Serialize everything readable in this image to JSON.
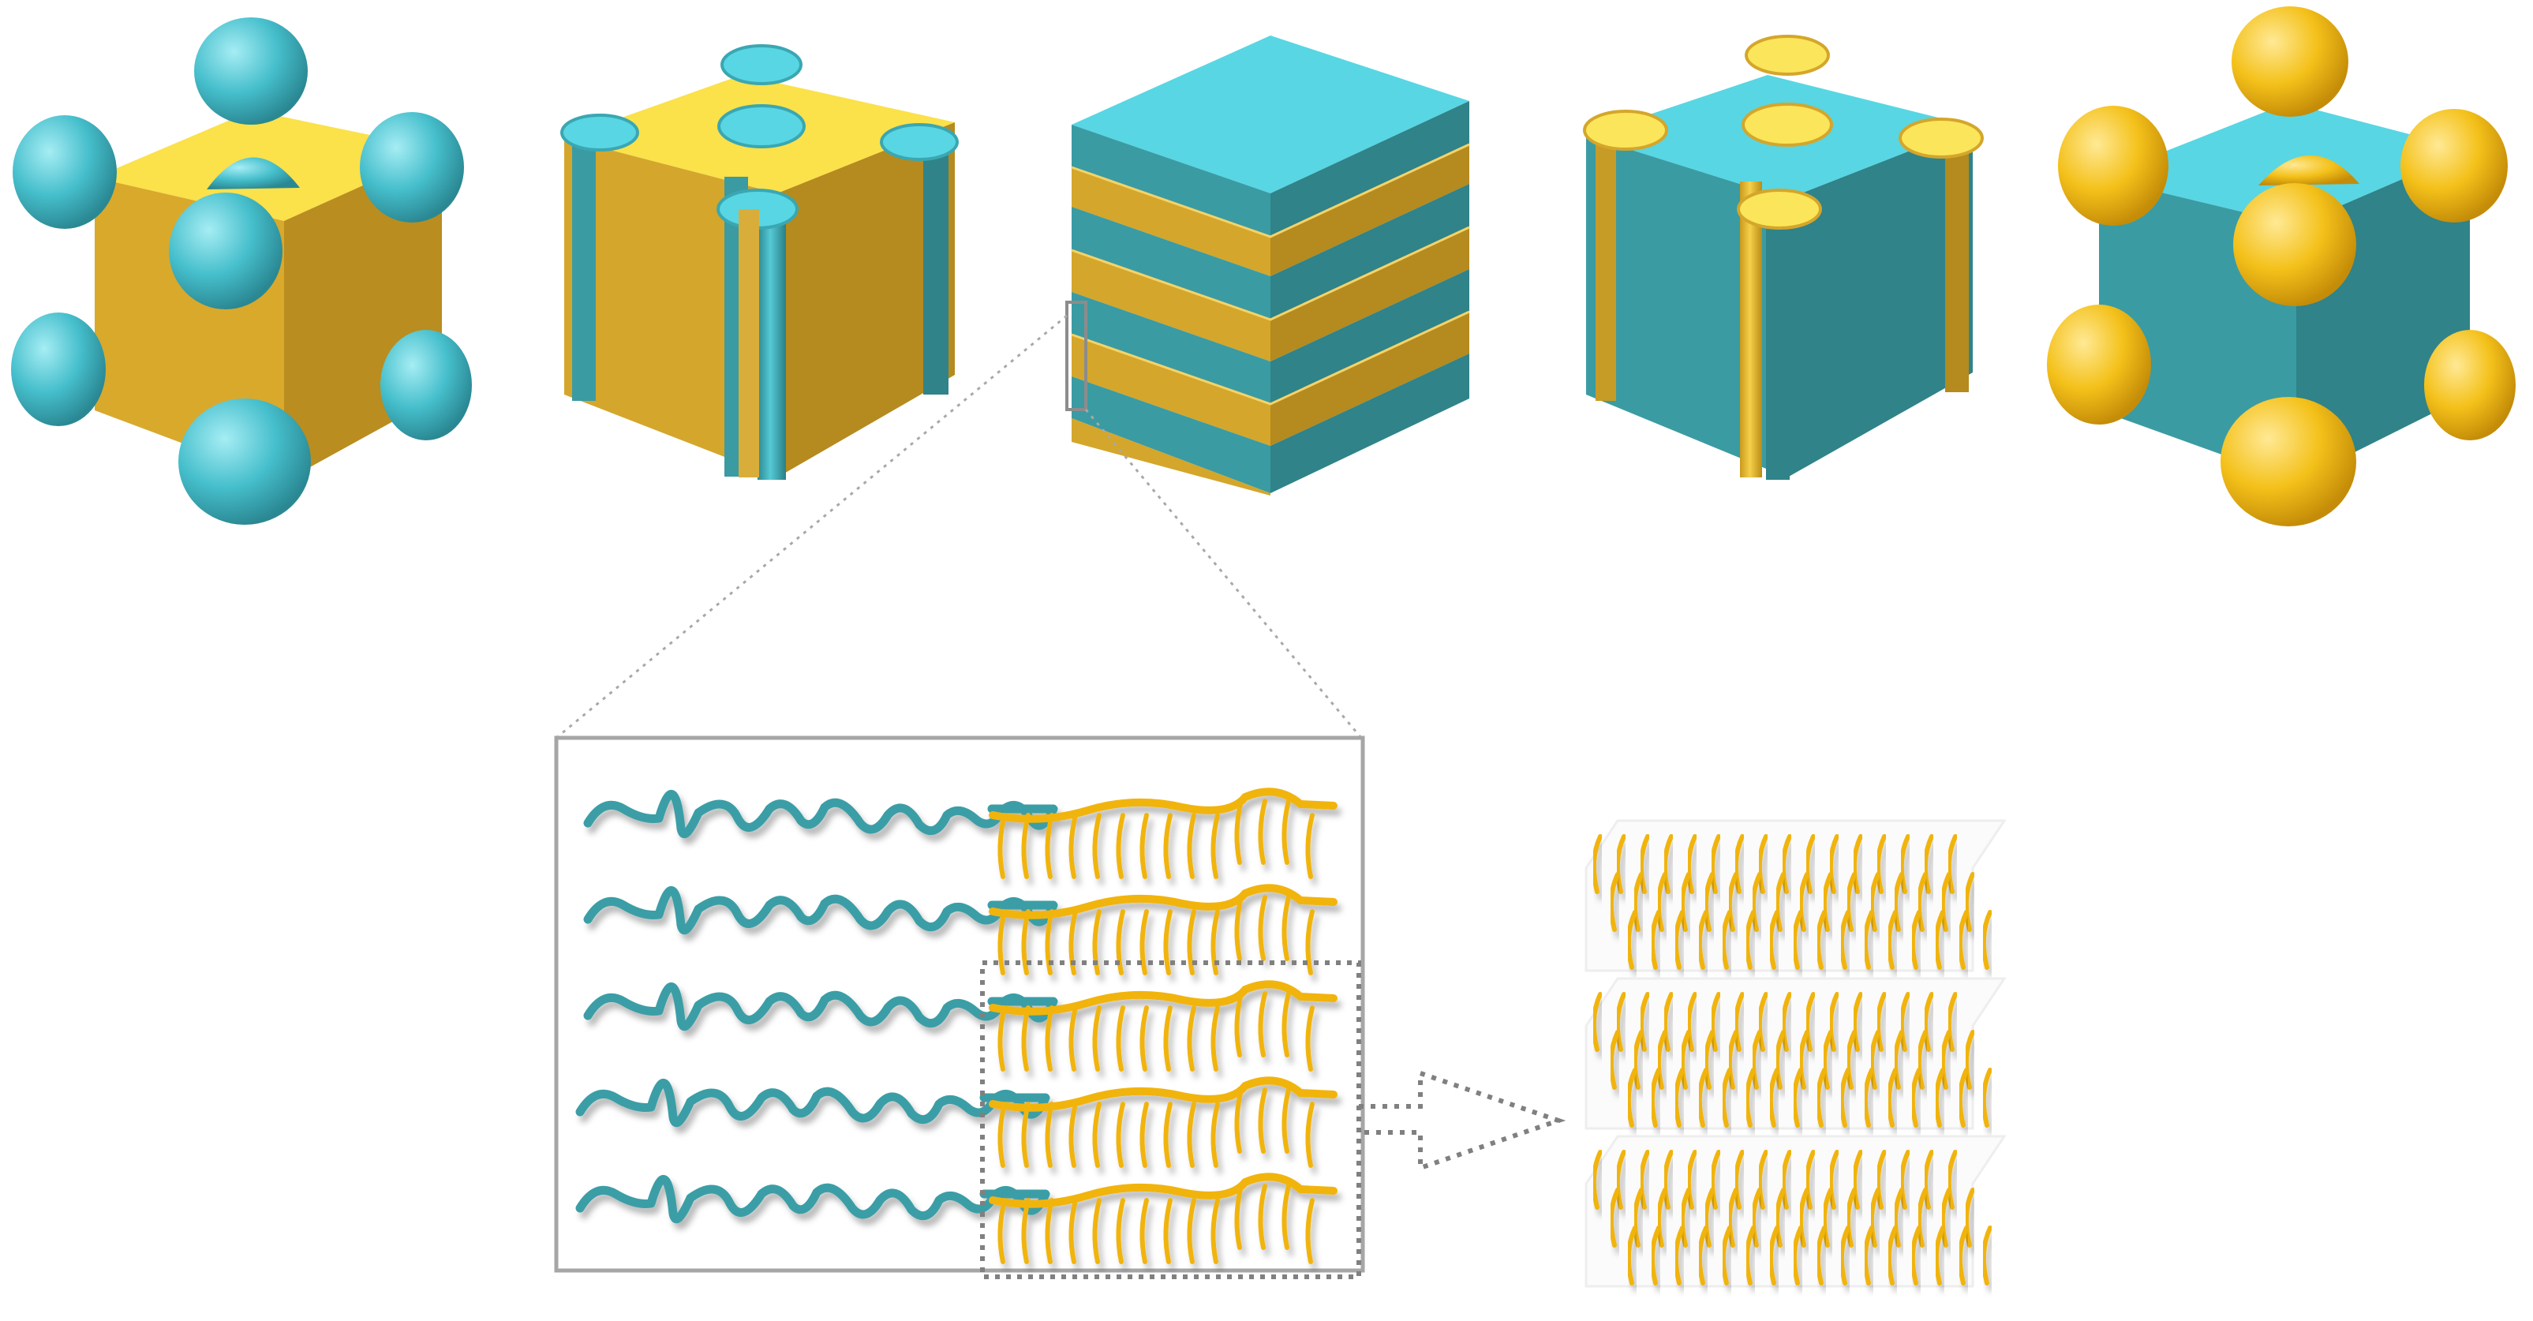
{
  "colors": {
    "teal_top": "#58d6e3",
    "teal_left": "#3a9ba3",
    "teal_right": "#2f8389",
    "teal_sphere_light": "#9be9f1",
    "teal_sphere": "#45bfcc",
    "teal_sphere_dark": "#2a8a95",
    "gold_top": "#fbe14a",
    "gold_left": "#d4a62b",
    "gold_right": "#b58a1e",
    "gold_sphere_light": "#ffe78a",
    "gold_sphere": "#f5c21b",
    "gold_sphere_dark": "#c8900a",
    "chain_teal": "#3b9ea6",
    "chain_gold": "#f1b411",
    "frame_gray": "#a6a6a6",
    "dots_gray": "#808080",
    "background": "#ffffff"
  },
  "morphologies": [
    {
      "id": "spheres-teal-in-gold",
      "icon": "cube-with-spheres-icon"
    },
    {
      "id": "cylinders-teal-in-gold",
      "icon": "cube-with-cylinders-icon"
    },
    {
      "id": "lamellae",
      "icon": "cube-with-layers-icon"
    },
    {
      "id": "cylinders-gold-in-teal",
      "icon": "cube-with-cylinders-icon"
    },
    {
      "id": "spheres-gold-in-teal",
      "icon": "cube-with-spheres-icon"
    }
  ],
  "zoom_panel": {
    "chain_rows": 5,
    "icon": "diblock-copolymer-chains-icon"
  },
  "arrow": {
    "icon": "dotted-arrow-right-icon"
  },
  "stack_panel": {
    "layers": 3,
    "icon": "stacked-side-chain-layers-icon"
  }
}
